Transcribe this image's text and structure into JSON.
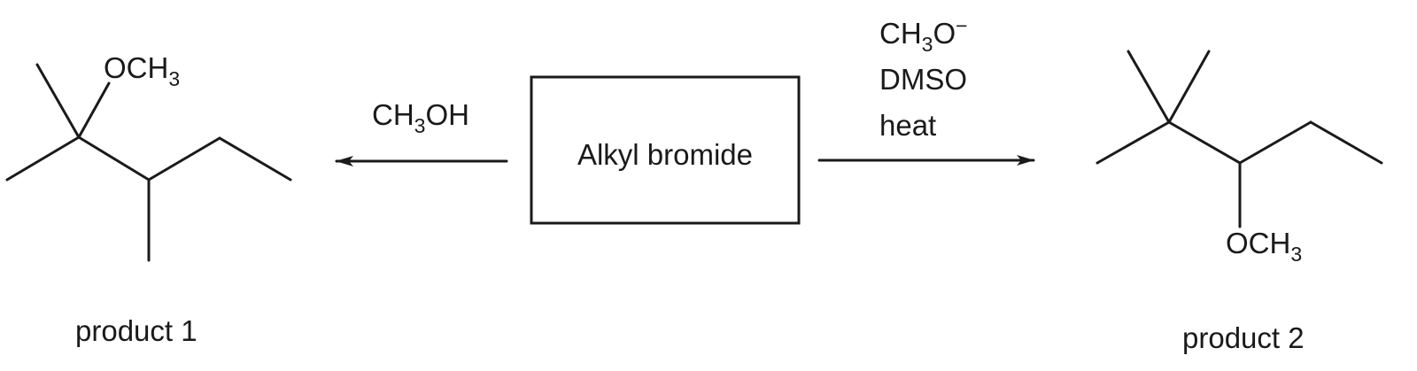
{
  "colors": {
    "ink": "#1a1a1a",
    "background": "#ffffff"
  },
  "center": {
    "box_label": "Alkyl bromide"
  },
  "left_reaction": {
    "reagent": {
      "main": "CH",
      "sub": "3",
      "tail": "OH"
    },
    "arrow_direction": "left"
  },
  "right_reaction": {
    "reagent_line1": {
      "main": "CH",
      "sub": "3",
      "tail": "O",
      "sup": "−"
    },
    "reagent_line2": "DMSO",
    "reagent_line3": "heat",
    "arrow_direction": "right"
  },
  "product1": {
    "label": "product 1",
    "substituent": {
      "main": "OCH",
      "sub": "3"
    }
  },
  "product2": {
    "label": "product 2",
    "substituent": {
      "main": "OCH",
      "sub": "3"
    }
  }
}
